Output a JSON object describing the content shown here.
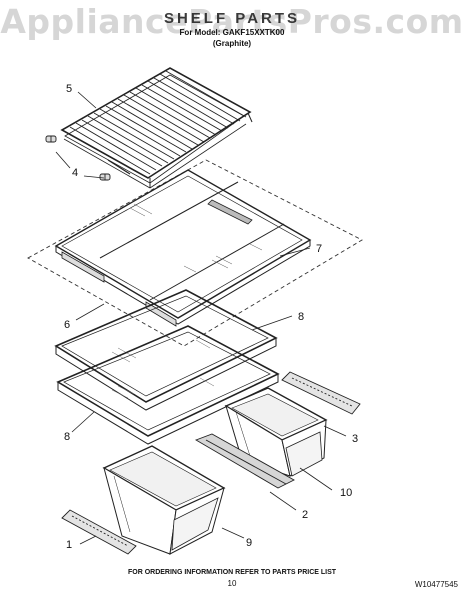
{
  "watermark": "AppliancePartsPros.com",
  "header": {
    "title": "SHELF PARTS",
    "model_line": "For Model: GAKF15XXTK00",
    "variant": "(Graphite)"
  },
  "callouts": {
    "c1": "1",
    "c2": "2",
    "c3": "3",
    "c4": "4",
    "c5": "5",
    "c6": "6",
    "c7": "7",
    "c8a": "8",
    "c8b": "8",
    "c9": "9",
    "c10": "10"
  },
  "footer": {
    "note": "FOR ORDERING INFORMATION REFER TO PARTS PRICE LIST",
    "page": "10",
    "doc_id": "W10477545"
  }
}
